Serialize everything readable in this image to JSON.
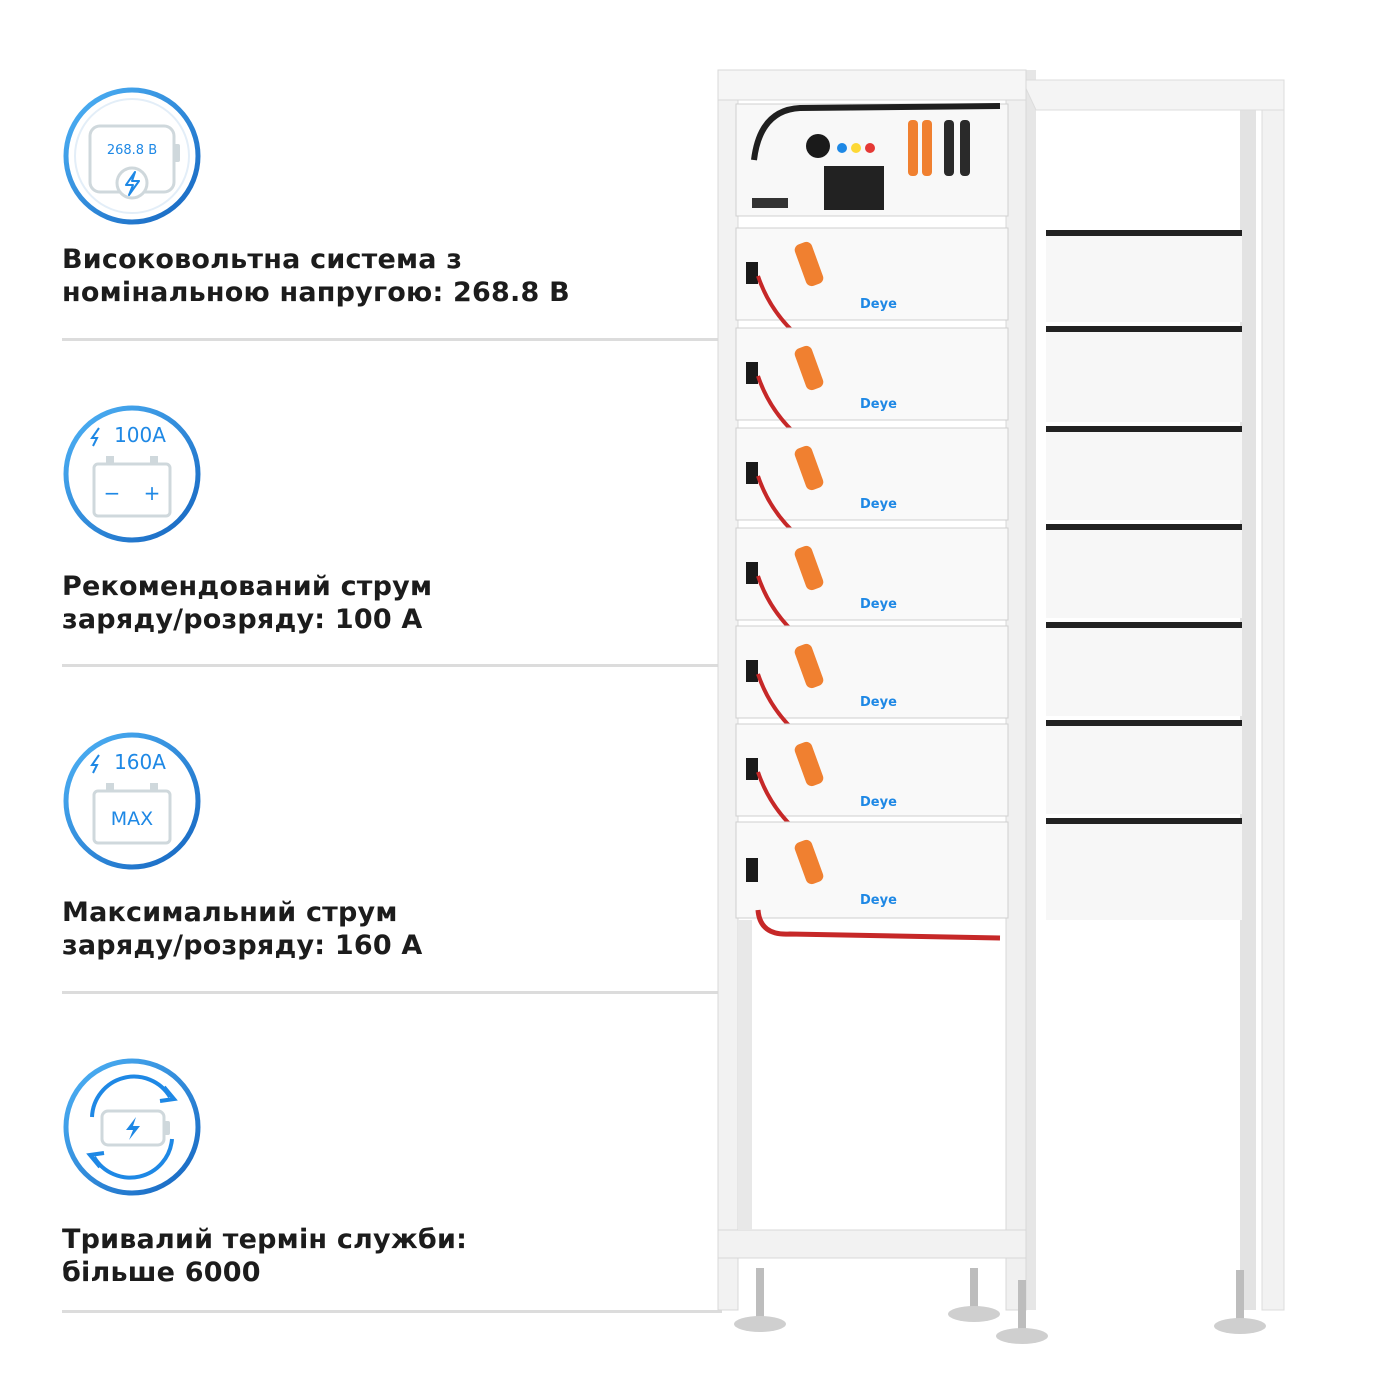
{
  "features": [
    {
      "icon": "battery-voltage-icon",
      "icon_text": "268.8 B",
      "line1": "Високовольтна система з",
      "line2": "номінальною напругою: 268.8 В"
    },
    {
      "icon": "battery-current-icon",
      "icon_text": "100A",
      "icon_minus": "−",
      "icon_plus": "+",
      "line1": "Рекомендований струм",
      "line2": "заряду/розряду: 100 А"
    },
    {
      "icon": "battery-max-current-icon",
      "icon_text": "160A",
      "icon_max": "MAX",
      "line1": "Максимальний струм",
      "line2": "заряду/розряду: 160 А"
    },
    {
      "icon": "battery-cycle-icon",
      "line1": "Тривалий термін служби:",
      "line2": "більше 6000"
    }
  ],
  "product": {
    "brand": "Deye",
    "modules": 7
  },
  "colors": {
    "accent_blue": "#1e88e5",
    "text": "#1c1c1c",
    "orange": "#f08030",
    "cable_red": "#c62828"
  }
}
